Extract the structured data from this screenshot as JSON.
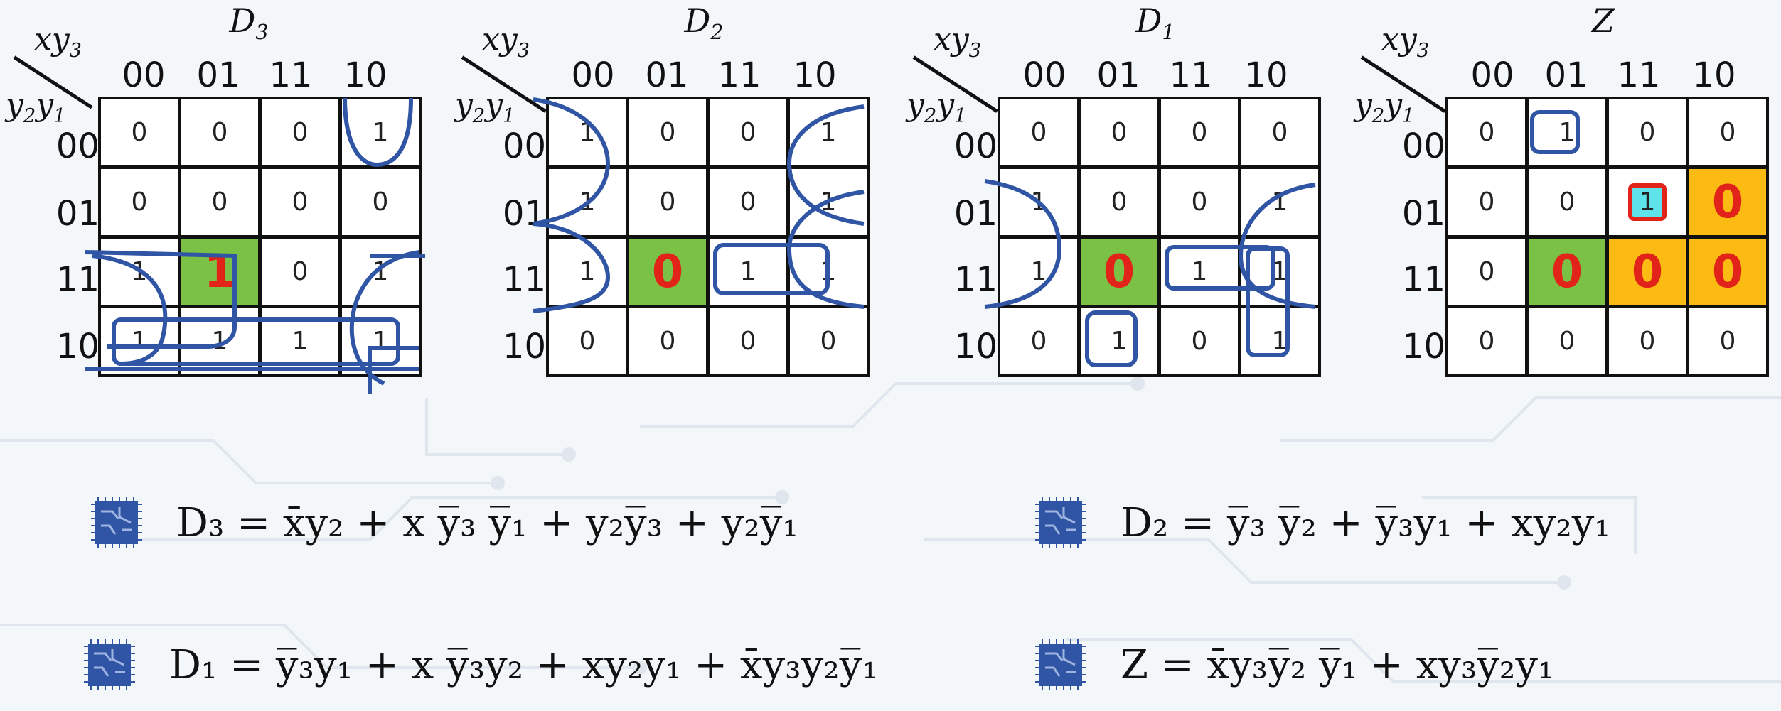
{
  "kmaps": [
    {
      "title": "D",
      "title_sub": "3",
      "xy_label": "xy",
      "xy_sub": "3",
      "yy_label_a": "y",
      "yy_sub_a": "2",
      "yy_label_b": "y",
      "yy_sub_b": "1",
      "cols": [
        "00",
        "01",
        "11",
        "10"
      ],
      "rows": [
        "00",
        "01",
        "11",
        "10"
      ],
      "cells": [
        [
          "0",
          "0",
          "0",
          "1"
        ],
        [
          "0",
          "0",
          "0",
          "0"
        ],
        [
          "1",
          "1",
          "0",
          "1"
        ],
        [
          "1",
          "1",
          "1",
          "1"
        ]
      ]
    },
    {
      "title": "D",
      "title_sub": "2",
      "xy_label": "xy",
      "xy_sub": "3",
      "yy_label_a": "y",
      "yy_sub_a": "2",
      "yy_label_b": "y",
      "yy_sub_b": "1",
      "cols": [
        "00",
        "01",
        "11",
        "10"
      ],
      "rows": [
        "00",
        "01",
        "11",
        "10"
      ],
      "cells": [
        [
          "1",
          "0",
          "0",
          "1"
        ],
        [
          "1",
          "0",
          "0",
          "1"
        ],
        [
          "1",
          "0",
          "1",
          "1"
        ],
        [
          "0",
          "0",
          "0",
          "0"
        ]
      ]
    },
    {
      "title": "D",
      "title_sub": "1",
      "xy_label": "xy",
      "xy_sub": "3",
      "yy_label_a": "y",
      "yy_sub_a": "2",
      "yy_label_b": "y",
      "yy_sub_b": "1",
      "cols": [
        "00",
        "01",
        "11",
        "10"
      ],
      "rows": [
        "00",
        "01",
        "11",
        "10"
      ],
      "cells": [
        [
          "0",
          "0",
          "0",
          "0"
        ],
        [
          "1",
          "0",
          "0",
          "1"
        ],
        [
          "1",
          "0",
          "1",
          "1"
        ],
        [
          "0",
          "1",
          "0",
          "1"
        ]
      ]
    },
    {
      "title": "Z",
      "title_sub": "",
      "xy_label": "xy",
      "xy_sub": "3",
      "yy_label_a": "y",
      "yy_sub_a": "2",
      "yy_label_b": "y",
      "yy_sub_b": "1",
      "cols": [
        "00",
        "01",
        "11",
        "10"
      ],
      "rows": [
        "00",
        "01",
        "11",
        "10"
      ],
      "cells": [
        [
          "0",
          "1",
          "0",
          "0"
        ],
        [
          "0",
          "0",
          "1",
          "0"
        ],
        [
          "0",
          "0",
          "0",
          "0"
        ],
        [
          "0",
          "0",
          "0",
          "0"
        ]
      ]
    }
  ],
  "colors": {
    "group_blue": "#2f55a4",
    "highlight_green": "#7bc145",
    "highlight_orange": "#fbbb12",
    "highlight_cyan": "#5fe3ea",
    "emphasis_red": "#e2231a"
  },
  "icons": [
    "circuit-chip-icon"
  ],
  "equations": {
    "d3": "D₃ = x̄y₂ + x y̅₃ y̅₁ + y₂y̅₃ + y₂y̅₁",
    "d2": "D₂ = y̅₃ y̅₂ + y̅₃y₁ + xy₂y₁",
    "d1": "D₁ = y̅₃y₁ + x y̅₃y₂ + xy₂y₁ + x̄y₃y₂y̅₁",
    "z": "Z = x̄y₃y̅₂ y̅₁ + xy₃y̅₂y₁"
  }
}
